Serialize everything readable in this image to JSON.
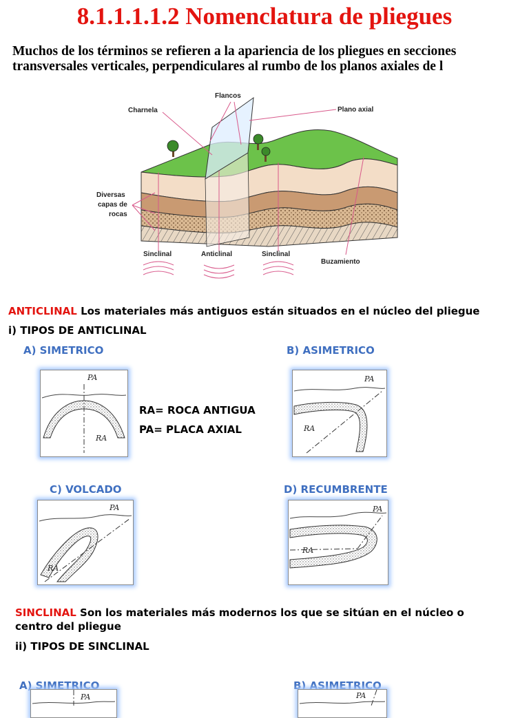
{
  "title": "8.1.1.1.1.2 Nomenclatura de pliegues",
  "intro": "Muchos de los términos se refieren a la apariencia de los pliegues en secciones transversales verticales, perpendiculares al rumbo de los planos axiales de l",
  "figure": {
    "labels": {
      "flancos": "Flancos",
      "charnela": "Charnela",
      "plano_axial": "Plano axial",
      "capas_1": "Diversas",
      "capas_2": "capas de",
      "capas_3": "rocas",
      "sinclinal_left": "Sinclinal",
      "anticlinal": "Anticlinal",
      "sinclinal_right": "Sinclinal",
      "buzamiento": "Buzamiento"
    }
  },
  "anticlinal": {
    "term": "ANTICLINAL",
    "definition": " Los materiales más antiguos están situados en el núcleo del pliegue",
    "types_heading": "i) TIPOS DE ANTICLINAL",
    "types": {
      "a": "A) SIMETRICO",
      "b": "B) ASIMETRICO",
      "c": "C) VOLCADO",
      "d": "D) RECUMBRENTE"
    },
    "legend": {
      "ra": "RA= ROCA ANTIGUA",
      "pa": "PA= PLACA AXIAL"
    }
  },
  "sinclinal": {
    "term": "SINCLINAL",
    "definition": " Son los materiales más modernos los que se sitúan en el núcleo o centro del pliegue",
    "types_heading": "ii) TIPOS DE SINCLINAL",
    "types": {
      "a": "A) SIMETRICO",
      "b": "B) ASIMETRICO"
    }
  },
  "diagram_labels": {
    "pa": "PA",
    "ra": "RA"
  },
  "colors": {
    "title_red": "#e3140f",
    "heading_blue": "#3f6fc0",
    "glow": "#a6c8ff",
    "grass": "#6cc24a"
  }
}
